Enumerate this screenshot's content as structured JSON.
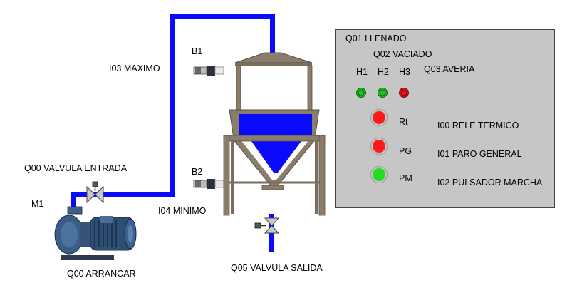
{
  "labels": {
    "q00_valve_in": "Q00 VALVULA ENTRADA",
    "m1": "M1",
    "q00_start": "Q00 ARRANCAR",
    "i03": "I03 MAXIMO",
    "i04": "I04 MINIMO",
    "b1": "B1",
    "b2": "B2",
    "q05": "Q05 VALVULA SALIDA"
  },
  "panel": {
    "q01": "Q01 LLENADO",
    "q02": "Q02 VACIADO",
    "q03": "Q03 AVERIA",
    "h1": "H1",
    "h2": "H2",
    "h3": "H3",
    "rt": "Rt",
    "pg": "PG",
    "pm": "PM",
    "i00": "I00 RELE TERMICO",
    "i01": "I01 PARO GENERAL",
    "i02": "I02 PULSADOR MARCHA"
  },
  "colors": {
    "pipe": "#0a0afc",
    "lamp_green": "#22c022",
    "lamp_red": "#ee1111",
    "button_red": "#ff1a1a",
    "button_green": "#22dd22",
    "panel_bg": "#c6c6c6"
  },
  "icons": {
    "pump": "centrifugal-pump-icon",
    "valve": "valve-icon",
    "sensor": "level-sensor-icon",
    "tank": "hopper-tank-icon"
  }
}
